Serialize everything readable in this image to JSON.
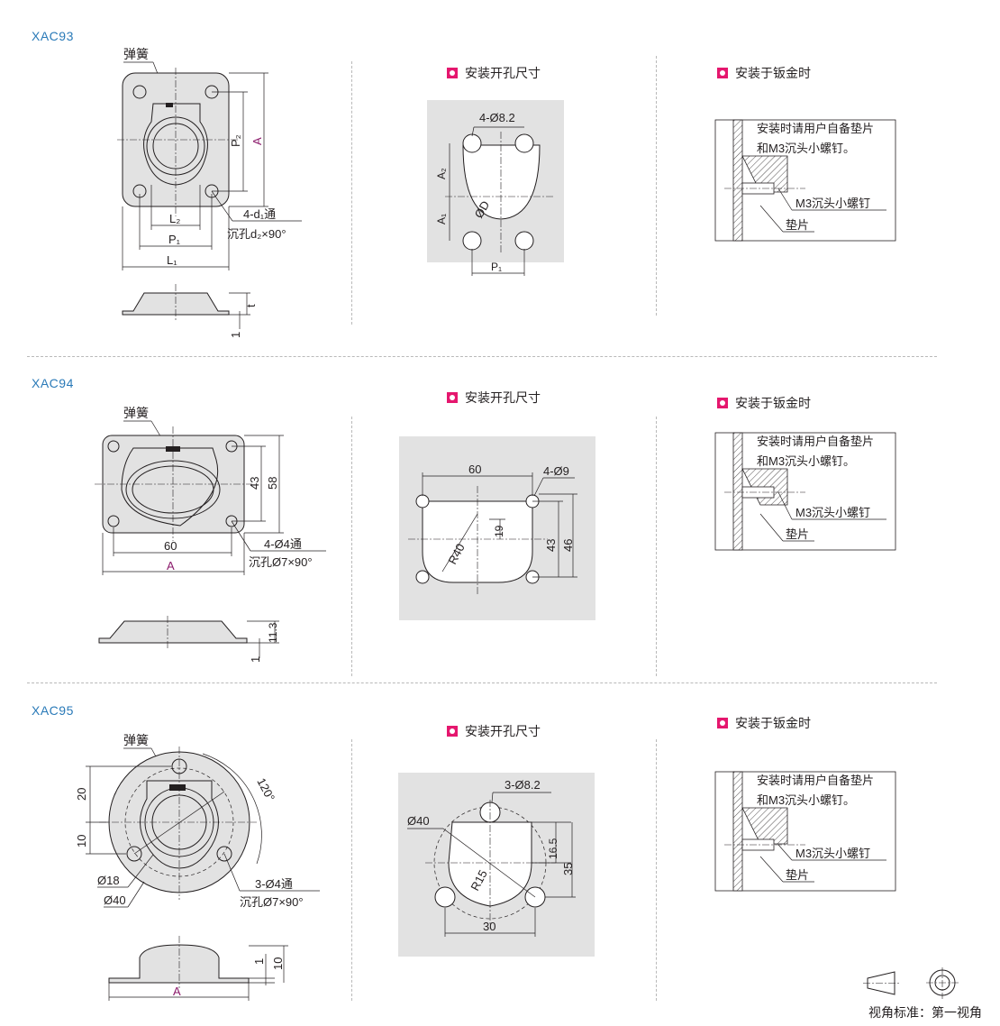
{
  "models": [
    "XAC93",
    "XAC94",
    "XAC95"
  ],
  "section_titles": {
    "cutout": "安装开孔尺寸",
    "sheet": "安装于钣金时"
  },
  "sheet_notes": {
    "line1": "安装时请用户自备垫片",
    "line2": "和M3沉头小螺钉。",
    "screw": "M3沉头小螺钉",
    "washer": "垫片"
  },
  "xac93": {
    "spring": "弹簧",
    "P2": "P₂",
    "A": "A",
    "L2": "L₂",
    "P1": "P₁",
    "L1": "L₁",
    "hole": "4-d₁通",
    "csk": "沉孔d₂×90°",
    "t": "t",
    "one": "1",
    "cut_holes": "4-Ø8.2",
    "cut_A2": "A₂",
    "cut_A1": "A₁",
    "cut_D": "ØD",
    "cut_P1": "P₁"
  },
  "xac94": {
    "spring": "弹簧",
    "d43": "43",
    "d58": "58",
    "d60": "60",
    "A": "A",
    "hole": "4-Ø4通",
    "csk": "沉孔Ø7×90°",
    "h113": "11.3",
    "one": "1",
    "cut_60": "60",
    "cut_holes": "4-Ø9",
    "cut_19": "19",
    "cut_43": "43",
    "cut_46": "46",
    "cut_R40": "R40"
  },
  "xac95": {
    "spring": "弹簧",
    "ang": "120°",
    "d20": "20",
    "d10": "10",
    "d18": "Ø18",
    "d40": "Ø40",
    "hole": "3-Ø4通",
    "csk": "沉孔Ø7×90°",
    "one": "1",
    "ten": "10",
    "A": "A",
    "cut_holes": "3-Ø8.2",
    "cut_40": "Ø40",
    "cut_165": "16.5",
    "cut_35": "35",
    "cut_R15": "R15",
    "cut_30": "30"
  },
  "footer": {
    "label": "视角标准：第一视角"
  }
}
